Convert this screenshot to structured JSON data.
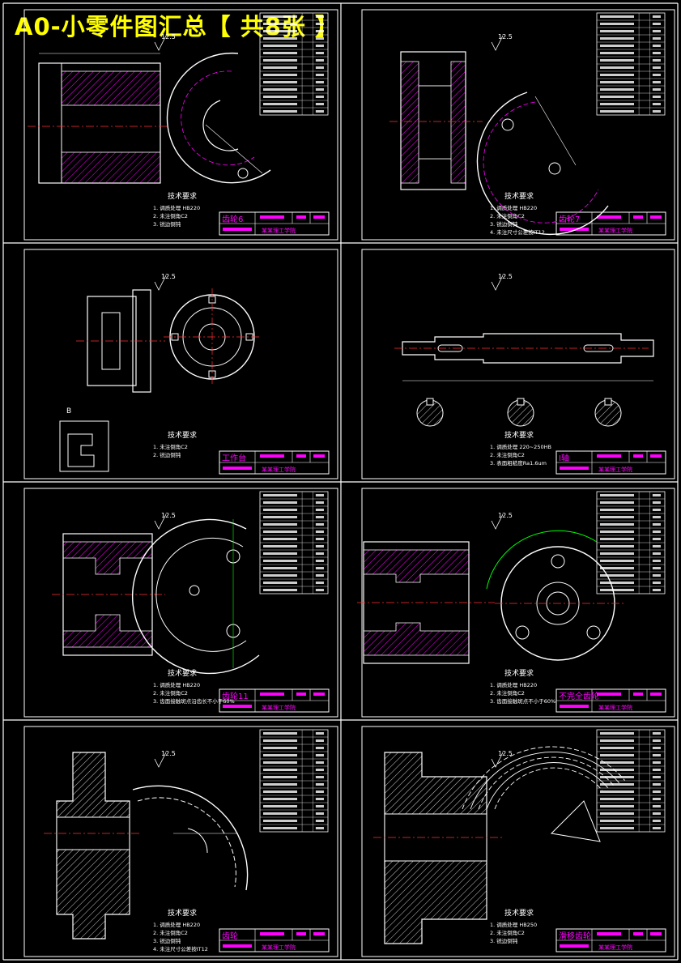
{
  "title": "A0-小零件图汇总【 共8张 】",
  "colors": {
    "background": "#000000",
    "line": "#ffffff",
    "hatch": "#ff00ff",
    "center_line": "#ff3030",
    "dim": "#00ffff",
    "title_text": "#ffff00",
    "label_text": "#ff00ff",
    "green": "#00ff00"
  },
  "sheets": [
    {
      "part_name": "齿轮6",
      "notes_title": "技术要求",
      "notes": [
        "1. 调质处理 HB220",
        "2. 未注倒角C2",
        "3. 锐边倒钝"
      ],
      "institution": "某某理工学院",
      "roughness": "12.5",
      "hatch": true,
      "has_table": true
    },
    {
      "part_name": "齿轮7",
      "notes_title": "技术要求",
      "notes": [
        "1. 调质处理 HB220",
        "2. 未注倒角C2",
        "3. 锐边倒钝",
        "4. 未注尺寸公差按IT12"
      ],
      "institution": "某某理工学院",
      "roughness": "12.5",
      "hatch": true,
      "has_table": true
    },
    {
      "part_name": "工作台",
      "notes_title": "技术要求",
      "notes": [
        "1. 未注倒角C2",
        "2. 锐边倒钝"
      ],
      "institution": "某某理工学院",
      "roughness": "12.5",
      "hatch": false,
      "has_table": false
    },
    {
      "part_name": "I轴",
      "notes_title": "技术要求",
      "notes": [
        "1. 调质处理 220~250HB",
        "2. 未注倒角C2",
        "3. 表面粗糙度Ra1.6um"
      ],
      "institution": "某某理工学院",
      "roughness": "12.5",
      "hatch": false,
      "has_table": false
    },
    {
      "part_name": "齿轮11",
      "notes_title": "技术要求",
      "notes": [
        "1. 调质处理 HB220",
        "2. 未注倒角C2",
        "3. 齿面接触斑点沿齿长不小于60%"
      ],
      "institution": "某某理工学院",
      "roughness": "12.5",
      "hatch": true,
      "has_table": true
    },
    {
      "part_name": "不完全齿轮",
      "notes_title": "技术要求",
      "notes": [
        "1. 调质处理 HB220",
        "2. 未注倒角C2",
        "3. 齿面接触斑点不小于60%"
      ],
      "institution": "某某理工学院",
      "roughness": "12.5",
      "hatch": true,
      "has_table": true
    },
    {
      "part_name": "齿轮",
      "notes_title": "技术要求",
      "notes": [
        "1. 调质处理 HB220",
        "2. 未注倒角C2",
        "3. 锐边倒钝",
        "4. 未注尺寸公差按IT12"
      ],
      "institution": "某某理工学院",
      "roughness": "12.5",
      "hatch": false,
      "has_table": true
    },
    {
      "part_name": "滑移齿轮",
      "notes_title": "技术要求",
      "notes": [
        "1. 调质处理 HB250",
        "2. 未注倒角C2",
        "3. 锐边倒钝"
      ],
      "institution": "某某理工学院",
      "roughness": "12.5",
      "hatch": false,
      "has_table": true
    }
  ]
}
